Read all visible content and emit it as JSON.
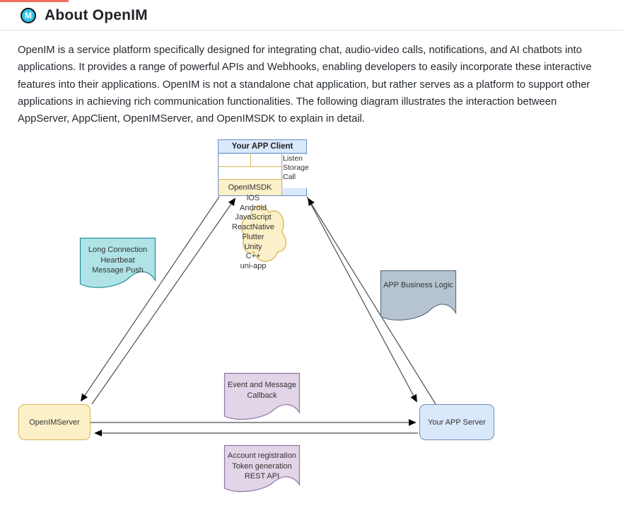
{
  "header": {
    "logo_letter": "M",
    "title": "About OpenIM"
  },
  "intro": "OpenIM is a service platform specifically designed for integrating chat, audio-video calls, notifications, and AI chatbots into applications. It provides a range of powerful APIs and Webhooks, enabling developers to easily incorporate these interactive features into their applications. OpenIM is not a standalone chat application, but rather serves as a platform to support other applications in achieving rich communication functionalities. The following diagram illustrates the interaction between AppServer, AppClient, OpenIMServer, and OpenIMSDK to explain in detail.",
  "diagram": {
    "client": {
      "title": "Your APP Client",
      "sdk_label": "OpenIMSDK",
      "side_labels": [
        "Listen",
        "Storage",
        "Call"
      ]
    },
    "sdk_platforms": [
      "iOS",
      "Android",
      "JavaScript",
      "ReactNative",
      "Flutter",
      "Unity",
      "C++",
      "uni-app"
    ],
    "notes": {
      "long_connection": [
        "Long Connection",
        "Heartbeat",
        "Message Push"
      ],
      "app_business_logic": [
        "APP Business Logic"
      ],
      "event_callback": [
        "Event and Message",
        "Callback"
      ],
      "account_rest": [
        "Account registration",
        "Token generation",
        "REST API"
      ]
    },
    "servers": {
      "openim_server": "OpenIMServer",
      "app_server": "Your APP Server"
    },
    "colors": {
      "accent_bar": "#F0705B",
      "logo_cyan": "#35C4EA",
      "blue_fill": "#DAE8FC",
      "blue_stroke": "#6C8EBF",
      "yellow_fill": "#FCF0C8",
      "yellow_stroke": "#D6B656",
      "teal_fill": "#B0E3E6",
      "teal_stroke": "#23929C",
      "gray_fill": "#B6C4D2",
      "gray_stroke": "#5F7181",
      "purple_fill": "#E1D5E7",
      "purple_stroke": "#9673A6",
      "arrow_line": "#4D4D4D",
      "arrow_head": "#000000"
    }
  }
}
